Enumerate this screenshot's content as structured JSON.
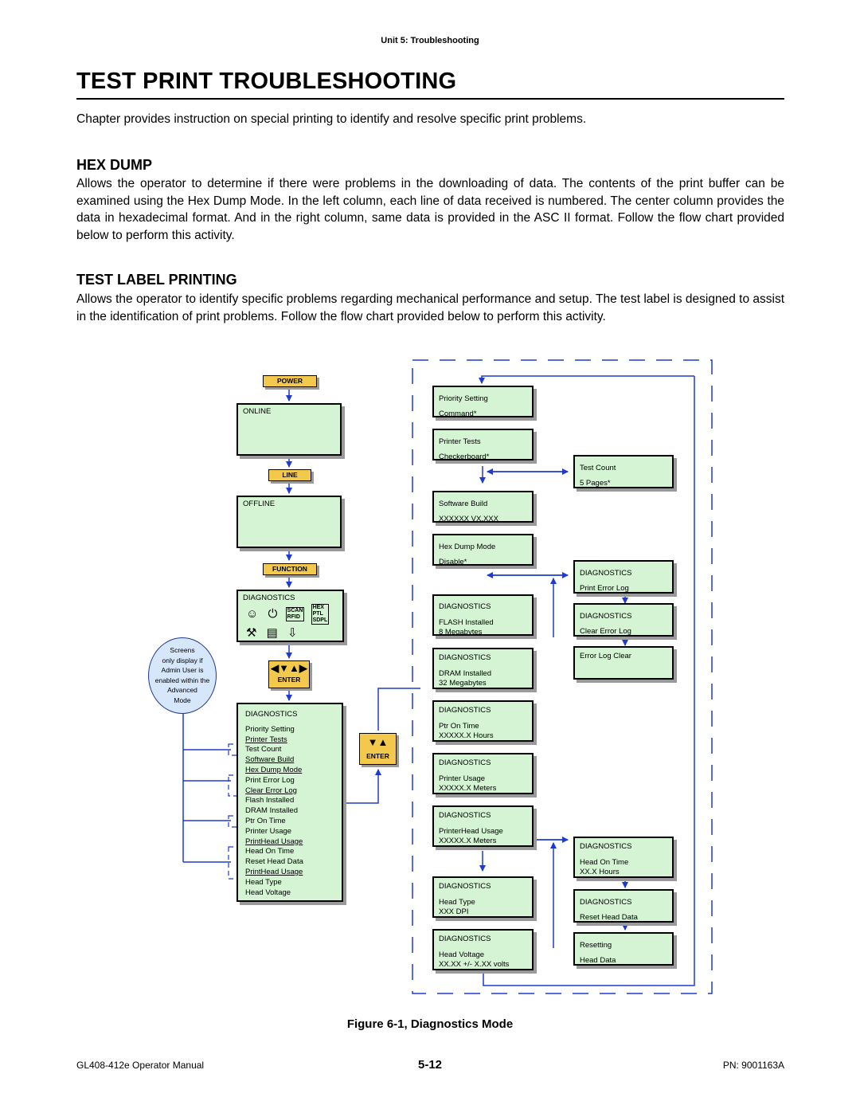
{
  "header": {
    "running_title": "Unit 5:  Troubleshooting"
  },
  "title": "TEST PRINT TROUBLESHOOTING",
  "intro": "Chapter provides instruction on special printing to identify and resolve specific print problems.",
  "sections": [
    {
      "heading": "HEX DUMP",
      "body": "Allows the operator to determine if there were problems in the downloading of data. The contents of the print buffer can be examined using the Hex Dump Mode. In the left column, each line of data received is numbered. The center column provides the data in hexadecimal format. And in the right column, same data is provided in the ASC II format. Follow the flow chart provided below to perform this activity."
    },
    {
      "heading": "TEST LABEL PRINTING",
      "body": "Allows the operator to identify specific problems regarding mechanical performance and setup. The test label is designed to assist in the identification of print problems. Follow the flow chart provided below to perform this activity."
    }
  ],
  "diagram": {
    "buttons": {
      "power": "POWER",
      "line": "LINE",
      "function": "FUNCTION",
      "enter": "ENTER",
      "enter2": "ENTER"
    },
    "left_displays": {
      "online": "ONLINE",
      "offline": "OFFLINE",
      "diagnostics": "DIAGNOSTICS",
      "icon_labels": [
        "SCAN",
        "RFID",
        "HEX",
        "PTL",
        "SDPL"
      ]
    },
    "bubble": {
      "lines": [
        "Screens",
        "only display if",
        "Admin User is",
        "enabled within the",
        "Advanced",
        "Mode"
      ]
    },
    "menu": {
      "title": "DIAGNOSTICS",
      "items": [
        "Priority Setting",
        "Printer Tests",
        "Test Count",
        "Software Build",
        "Hex Dump Mode",
        "Print Error Log",
        "Clear Error Log",
        "Flash Installed",
        "DRAM Installed",
        "Ptr On Time",
        "Printer Usage",
        "PrintHead Usage",
        "Head On Time",
        "Reset Head Data",
        "PrintHead Usage",
        "Head Type",
        "Head Voltage"
      ]
    },
    "center_screens": [
      {
        "l1": "Priority Setting",
        "l2": "Command*"
      },
      {
        "l1": "Printer Tests",
        "l2": "Checkerboard*"
      },
      {
        "l1": "Software Build",
        "l2": "XXXXXX  VX.XXX"
      },
      {
        "l1": "Hex Dump Mode",
        "l2": "Disable*"
      },
      {
        "l1": "DIAGNOSTICS",
        "l2": "FLASH Installed",
        "l3": "8 Megabytes"
      },
      {
        "l1": "DIAGNOSTICS",
        "l2": "DRAM Installed",
        "l3": "32 Megabytes"
      },
      {
        "l1": "DIAGNOSTICS",
        "l2": "Ptr On Time",
        "l3": "XXXXX.X  Hours"
      },
      {
        "l1": "DIAGNOSTICS",
        "l2": "Printer Usage",
        "l3": "XXXXX.X  Meters"
      },
      {
        "l1": "DIAGNOSTICS",
        "l2": "PrinterHead Usage",
        "l3": "XXXXX.X  Meters"
      },
      {
        "l1": "DIAGNOSTICS",
        "l2": "Head Type",
        "l3": "XXX  DPI"
      },
      {
        "l1": "DIAGNOSTICS",
        "l2": "Head Voltage",
        "l3": "XX.XX +/-  X.XX  volts"
      }
    ],
    "right_screens": [
      {
        "l1": "Test Count",
        "l2": "5  Pages*"
      },
      {
        "l1": "DIAGNOSTICS",
        "l2": "Print Error Log"
      },
      {
        "l1": "DIAGNOSTICS",
        "l2": "Clear Error Log"
      },
      {
        "l1": "Error Log Clear",
        "l2": ""
      },
      {
        "l1": "DIAGNOSTICS",
        "l2": "Head On Time",
        "l3": "XX.X Hours"
      },
      {
        "l1": "DIAGNOSTICS",
        "l2": "Reset Head Data"
      },
      {
        "l1": "Resetting",
        "l2": "Head Data"
      }
    ]
  },
  "figure_caption": "Figure 6-1, Diagnostics Mode",
  "footer": {
    "left": "GL408-412e Operator Manual",
    "center": "5-12",
    "right": "PN: 9001163A"
  },
  "colors": {
    "screen": "#d4f4d4",
    "button": "#f2c94c",
    "connector": "#1f3ad0",
    "bubble": "#d6e6fb"
  }
}
